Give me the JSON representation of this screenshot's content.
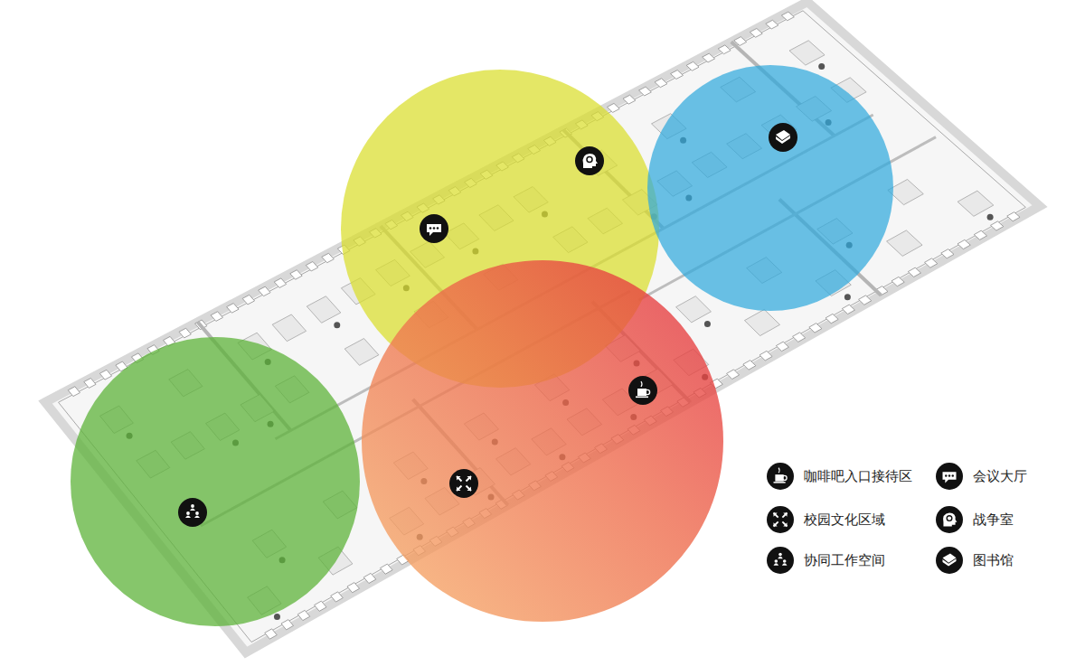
{
  "diagram": {
    "legend": [
      {
        "text": "咖啡吧入口接待区"
      },
      {
        "text": "校园文化区域"
      },
      {
        "text": "协同工作空间"
      },
      {
        "text": "会议大厅"
      },
      {
        "text": "战争室"
      },
      {
        "text": "图书馆"
      }
    ]
  }
}
